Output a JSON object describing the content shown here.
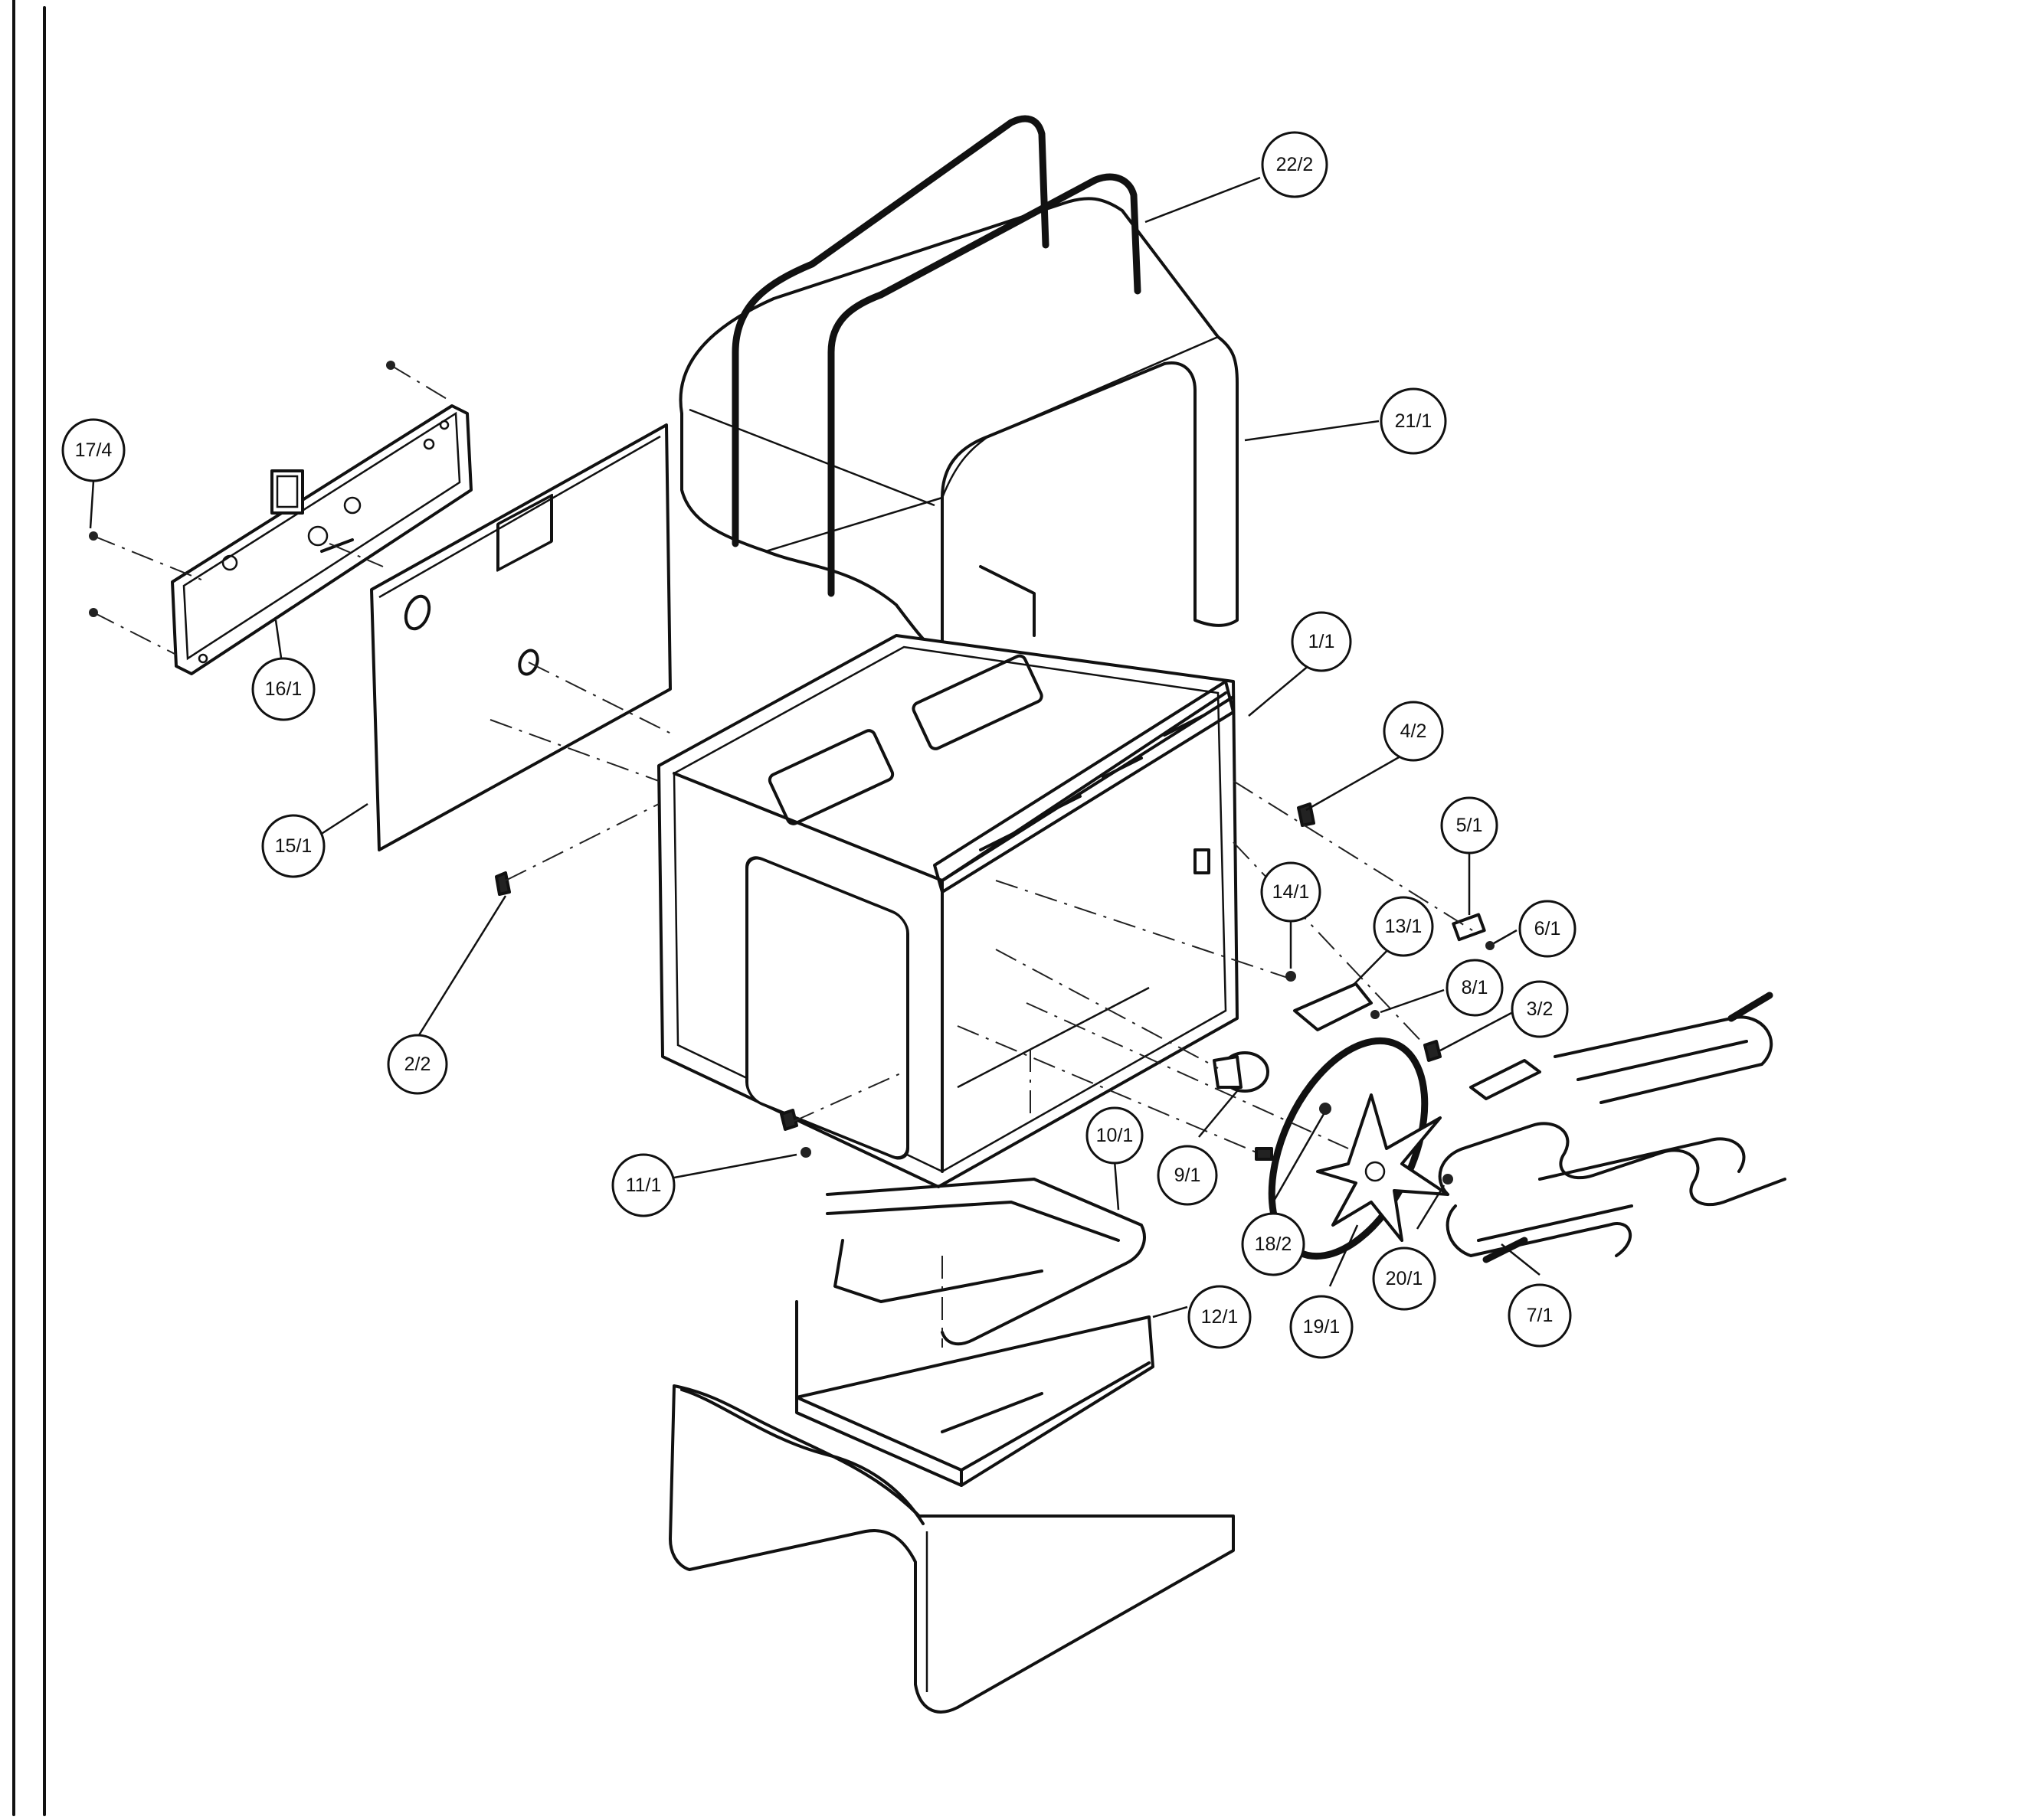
{
  "parts": [
    {
      "id": "p22",
      "label": "22/2"
    },
    {
      "id": "p21",
      "label": "21/1"
    },
    {
      "id": "p17",
      "label": "17/4"
    },
    {
      "id": "p16",
      "label": "16/1"
    },
    {
      "id": "p1",
      "label": "1/1"
    },
    {
      "id": "p4",
      "label": "4/2"
    },
    {
      "id": "p15",
      "label": "15/1"
    },
    {
      "id": "p5",
      "label": "5/1"
    },
    {
      "id": "p14",
      "label": "14/1"
    },
    {
      "id": "p13",
      "label": "13/1"
    },
    {
      "id": "p6",
      "label": "6/1"
    },
    {
      "id": "p8",
      "label": "8/1"
    },
    {
      "id": "p3",
      "label": "3/2"
    },
    {
      "id": "p2",
      "label": "2/2"
    },
    {
      "id": "p10",
      "label": "10/1"
    },
    {
      "id": "p9",
      "label": "9/1"
    },
    {
      "id": "p11",
      "label": "11/1"
    },
    {
      "id": "p18",
      "label": "18/2"
    },
    {
      "id": "p20",
      "label": "20/1"
    },
    {
      "id": "p12",
      "label": "12/1"
    },
    {
      "id": "p19",
      "label": "19/1"
    },
    {
      "id": "p7",
      "label": "7/1"
    }
  ]
}
